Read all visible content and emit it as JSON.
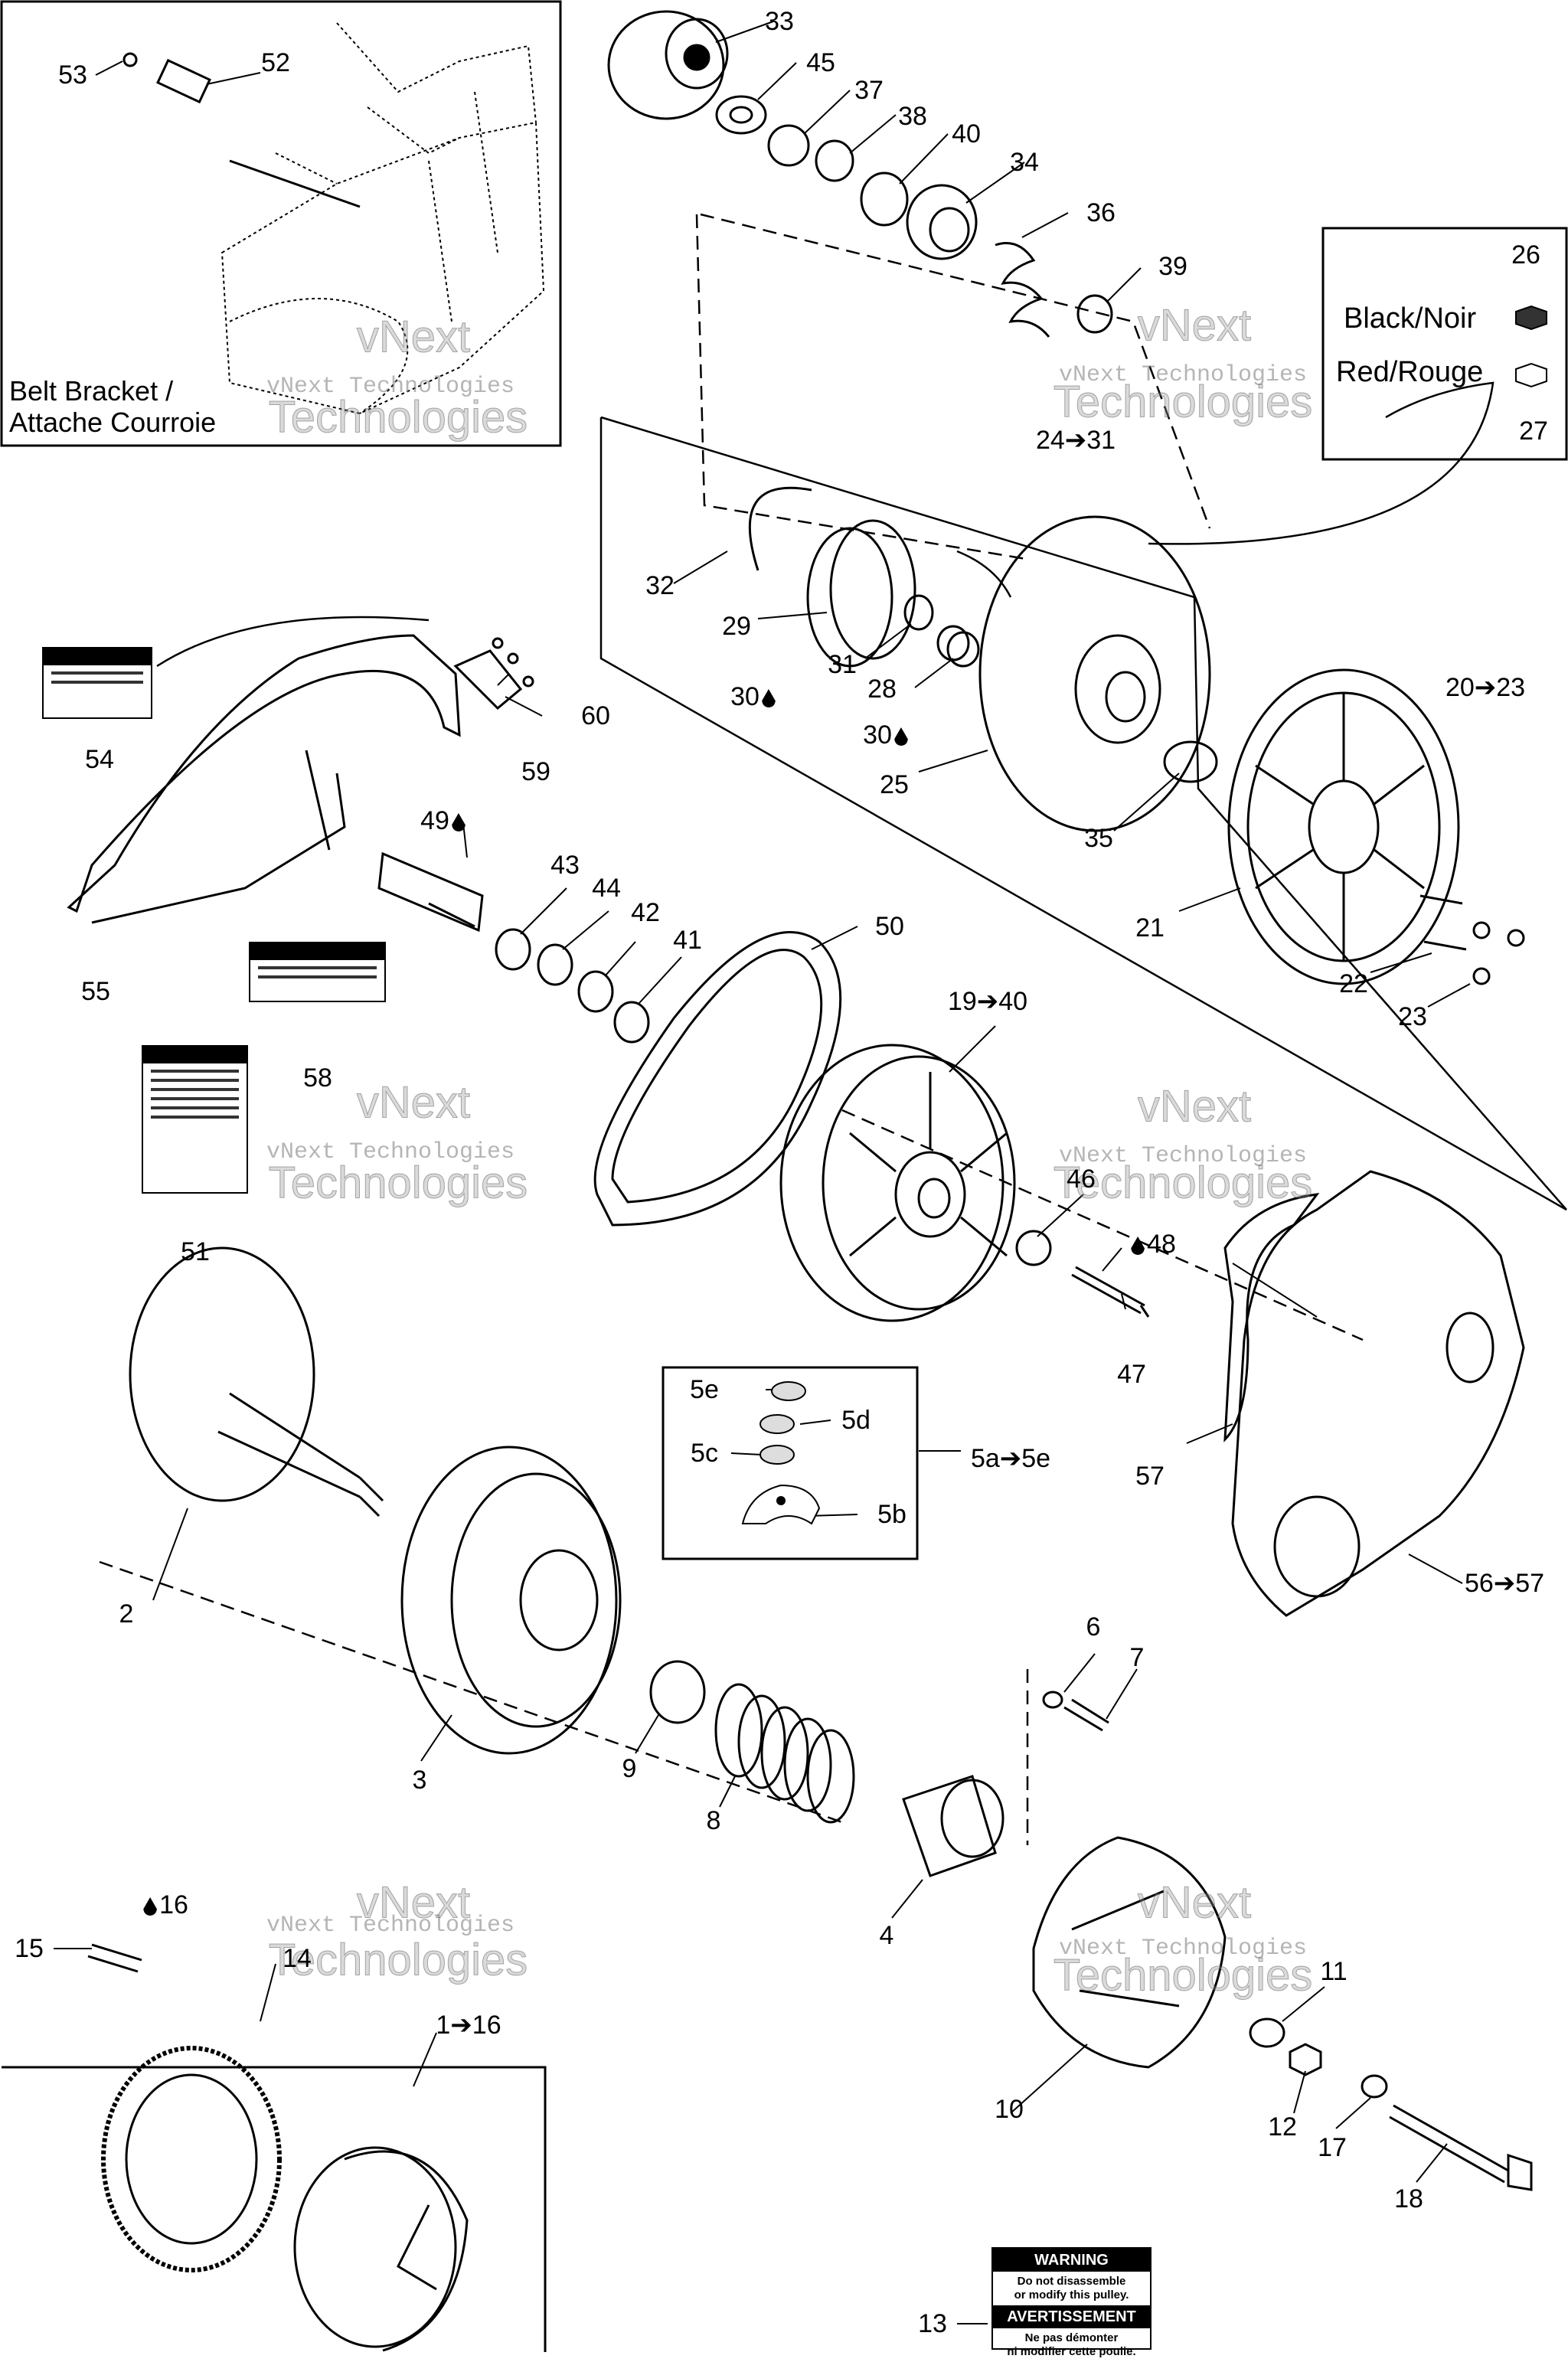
{
  "insets": {
    "belt_bracket": {
      "title_line1": "Belt Bracket /",
      "title_line2": "Attache Courroie"
    },
    "color_legend": {
      "items": [
        {
          "label": "Black/Noir",
          "part": "26"
        },
        {
          "label": "Red/Rouge",
          "part": "27"
        }
      ]
    },
    "kit_5": {
      "items": [
        "5e",
        "5d",
        "5c",
        "5b"
      ],
      "range": "5a➔5e"
    }
  },
  "part_labels": [
    "53",
    "52",
    "33",
    "45",
    "37",
    "38",
    "40",
    "34",
    "36",
    "39",
    "24➔31",
    "32",
    "29",
    "31",
    "30",
    "28",
    "30",
    "25",
    "35",
    "20➔23",
    "21",
    "22",
    "23",
    "54",
    "55",
    "58",
    "51",
    "49",
    "43",
    "44",
    "42",
    "41",
    "50",
    "59",
    "60",
    "19➔40",
    "46",
    "48",
    "47",
    "57",
    "56➔57",
    "2",
    "3",
    "9",
    "8",
    "4",
    "6",
    "7",
    "10",
    "11",
    "12",
    "17",
    "18",
    "1➔16",
    "14",
    "15",
    "16",
    "13"
  ],
  "decal_13": {
    "header": "WARNING",
    "line1": "Do not disassemble",
    "line2": "or modify this pulley.",
    "header_fr": "AVERTISSEMENT",
    "line3": "Ne pas démonter",
    "line4": "ni modifier cette poulie."
  },
  "watermark": {
    "text_mono": "vNext Technologies",
    "text_big_1": "vNext",
    "text_big_2": "Technologies"
  }
}
